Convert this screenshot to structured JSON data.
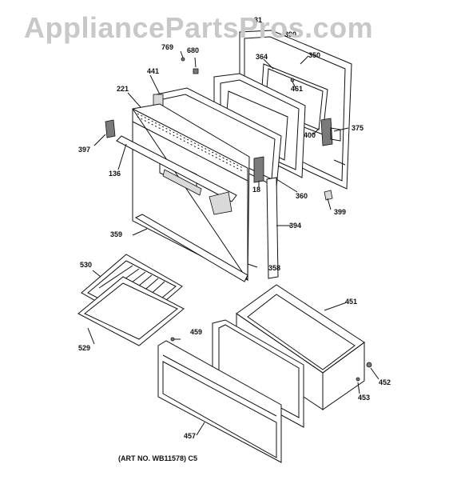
{
  "watermark": "AppliancePartsPros.com",
  "art_note": "(ART NO. WB11578) C5",
  "callouts": {
    "p31": "31",
    "p390": "390",
    "p769": "769",
    "p680": "680",
    "p364": "364",
    "p350": "350",
    "p441": "441",
    "p461": "461",
    "p221": "221",
    "p375": "375",
    "p400": "400",
    "p397": "397",
    "p136": "136",
    "p18": "18",
    "p360": "360",
    "p399": "399",
    "p394": "394",
    "p359": "359",
    "p358": "358",
    "p530": "530",
    "p451": "451",
    "p459": "459",
    "p529": "529",
    "p452": "452",
    "p453": "453",
    "p457": "457"
  },
  "colors": {
    "line": "#111111",
    "watermark": "#c8c8c8",
    "panel_fill": "#ffffff",
    "shade": "#d9d9d9"
  }
}
